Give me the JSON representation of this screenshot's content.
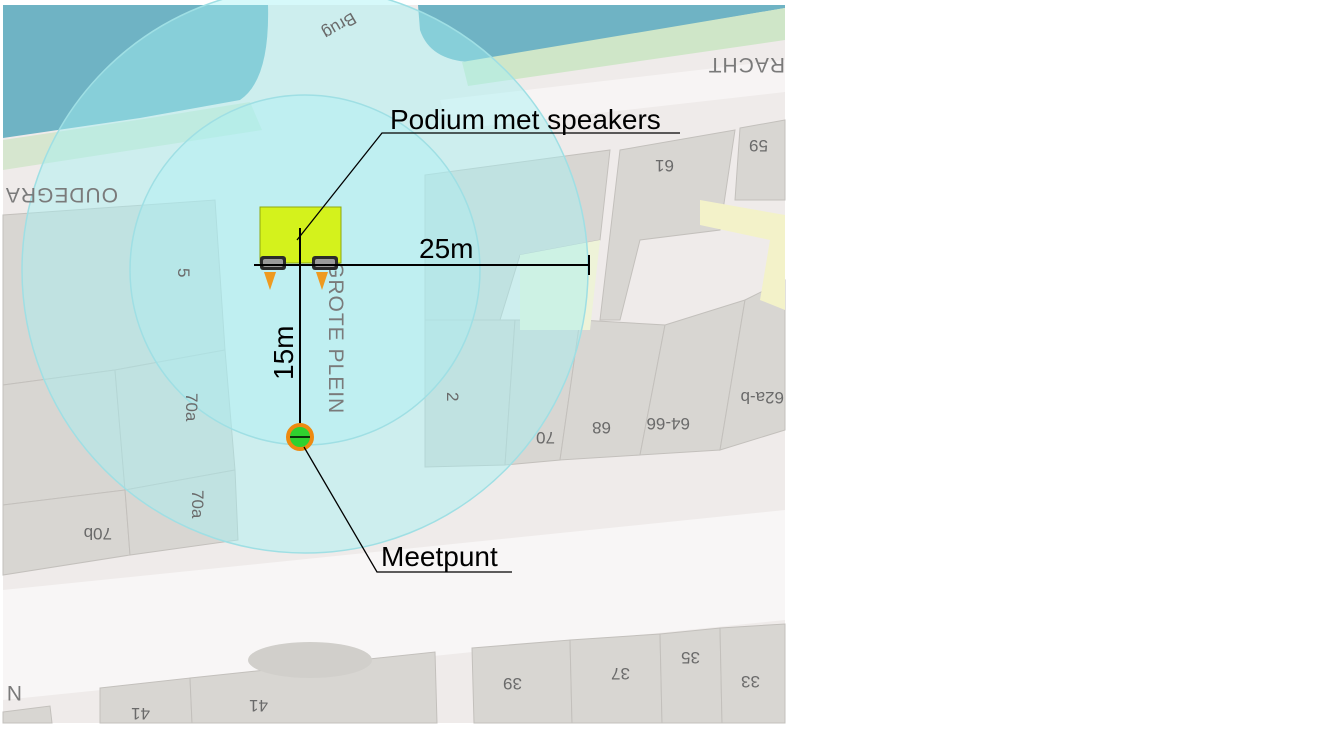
{
  "map": {
    "labels": {
      "podium": "Podium met speakers",
      "meetpunt": "Meetpunt",
      "dist_horizontal": "25m",
      "dist_vertical": "15m"
    },
    "street_names": {
      "grote_plein": "GROTE PLEIN",
      "oudegracht": "OUDEGRA",
      "gracht_top": "RACHT",
      "bottom_edge": "N"
    },
    "house_numbers": {
      "n5": "5",
      "n70a_1": "70a",
      "n70a_2": "70a",
      "n70b": "70b",
      "n2": "2",
      "n70": "70",
      "n68": "68",
      "n64_66": "64-66",
      "n62ab": "62a-b",
      "n61": "61",
      "n59": "59",
      "n39": "39",
      "n37": "37",
      "n35": "35",
      "n33": "33",
      "n41a": "41",
      "n41b": "41",
      "top_partial": "Brug"
    },
    "colors": {
      "water": "#6fb3c4",
      "plaza": "#f2eded",
      "building": "#d8d6d2",
      "green": "#cfe6c8",
      "podium": "#d4f21c",
      "zone": "#a5f2f5",
      "meetpunt": "#2fd12f",
      "meetpunt_ring": "#ee8a10"
    }
  }
}
